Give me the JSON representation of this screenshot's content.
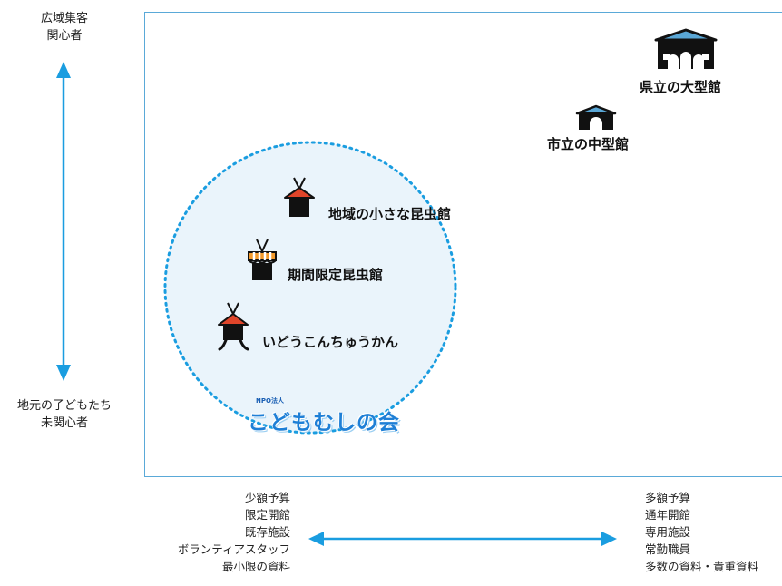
{
  "y_axis": {
    "top_label": [
      "広域集客",
      "関心者"
    ],
    "bottom_label": [
      "地元の子どもたち",
      "未関心者"
    ]
  },
  "x_axis": {
    "left_items": [
      "少額予算",
      "限定開館",
      "既存施設",
      "ボランティアスタッフ",
      "最小限の資料"
    ],
    "right_items": [
      "多額予算",
      "通年開館",
      "専用施設",
      "常勤職員",
      "多数の資料・貴重資料"
    ]
  },
  "nodes": {
    "prefectural": "県立の大型館",
    "city": "市立の中型館",
    "local_small": "地域の小さな昆虫館",
    "limited": "期間限定昆虫館",
    "mobile": "いどうこんちゅうかん"
  },
  "logo": {
    "small_text": "NPO法人",
    "main_text": "こどもむしの会"
  },
  "colors": {
    "accent": "#1a9de0",
    "frame": "#5aa9d8",
    "circle_fill": "#eaf4fb",
    "roof_blue": "#5aa7d6",
    "roof_red": "#e0452a",
    "stripe_orange": "#f39a2c"
  }
}
